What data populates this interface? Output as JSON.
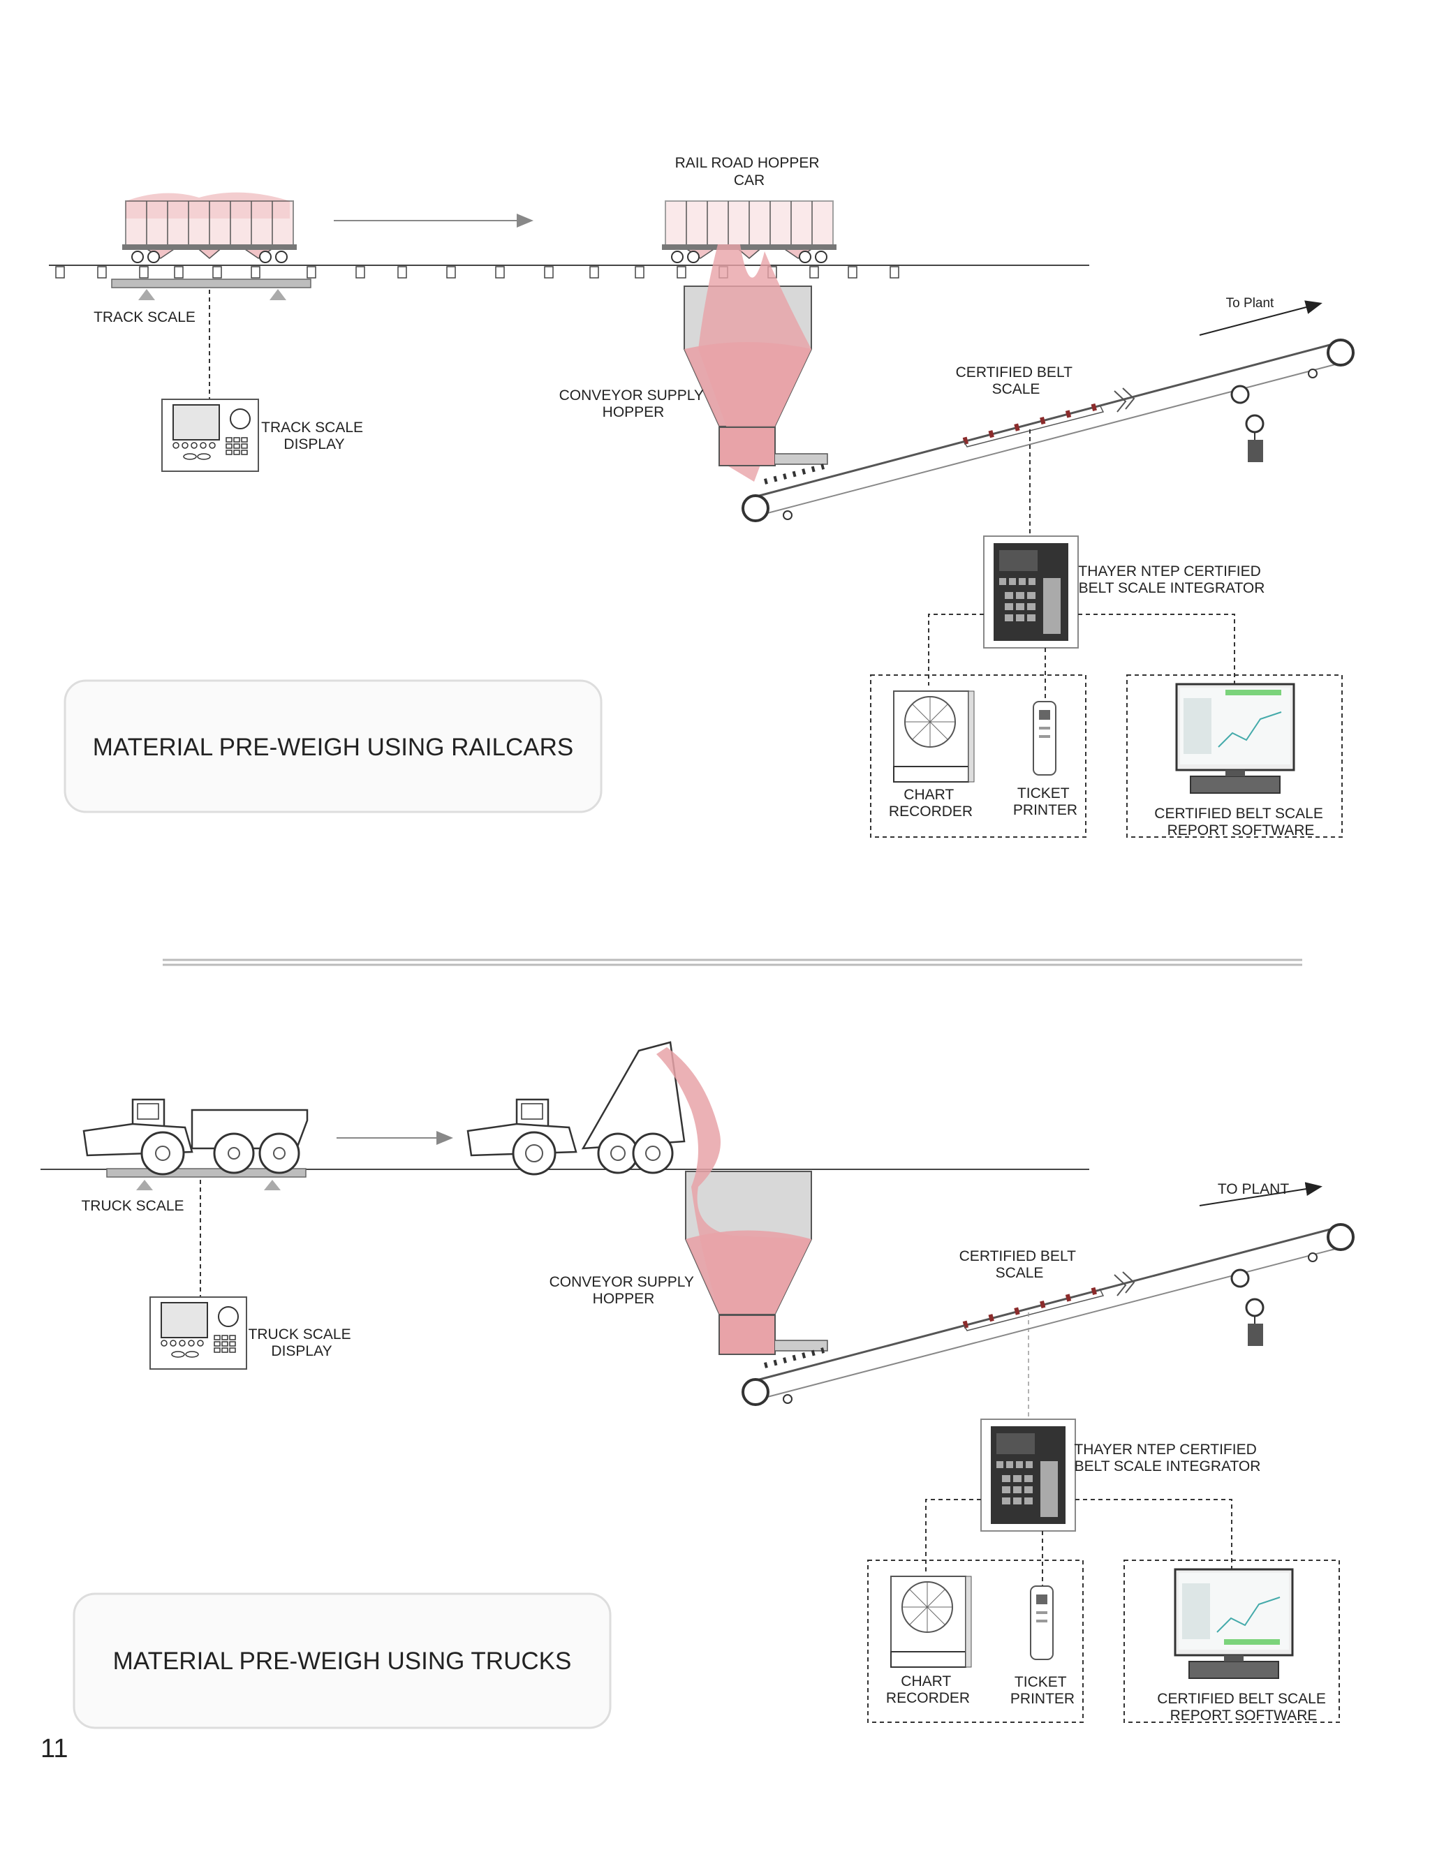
{
  "railcars": {
    "title": "MATERIAL PRE-WEIGH USING RAILCARS",
    "hopper_car_label": [
      "RAIL ROAD HOPPER",
      "CAR"
    ],
    "track_scale_label": "TRACK SCALE",
    "track_scale_display_label": [
      "TRACK SCALE",
      "DISPLAY"
    ],
    "conveyor_hopper_label": [
      "CONVEYOR SUPPLY",
      "HOPPER"
    ],
    "belt_scale_label": [
      "CERTIFIED BELT",
      "SCALE"
    ],
    "to_plant_label": "To Plant",
    "integrator_label": [
      "THAYER NTEP CERTIFIED",
      "BELT SCALE INTEGRATOR"
    ],
    "chart_recorder_label": [
      "CHART",
      "RECORDER"
    ],
    "ticket_printer_label": [
      "TICKET",
      "PRINTER"
    ],
    "software_label": [
      "CERTIFIED BELT SCALE",
      "REPORT SOFTWARE"
    ]
  },
  "trucks": {
    "title": "MATERIAL PRE-WEIGH USING TRUCKS",
    "truck_scale_label": "TRUCK SCALE",
    "truck_scale_display_label": [
      "TRUCK SCALE",
      "DISPLAY"
    ],
    "conveyor_hopper_label": [
      "CONVEYOR SUPPLY",
      "HOPPER"
    ],
    "belt_scale_label": [
      "CERTIFIED BELT",
      "SCALE"
    ],
    "to_plant_label": "TO PLANT",
    "integrator_label": [
      "THAYER NTEP CERTIFIED",
      "BELT SCALE INTEGRATOR"
    ],
    "chart_recorder_label": [
      "CHART",
      "RECORDER"
    ],
    "ticket_printer_label": [
      "TICKET",
      "PRINTER"
    ],
    "software_label": [
      "CERTIFIED BELT SCALE",
      "REPORT SOFTWARE"
    ]
  },
  "page_number": "11",
  "colors": {
    "material": "#e8a3a8",
    "hopper_gray": "#c9c9c9",
    "line": "#555555",
    "belt_band": "#8b2b2b"
  }
}
